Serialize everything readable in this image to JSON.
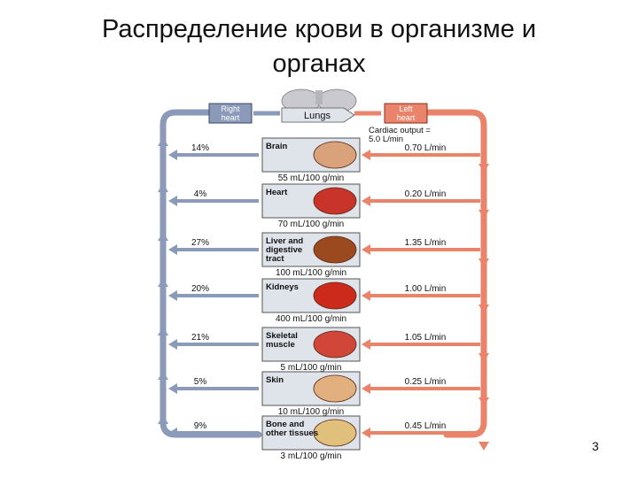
{
  "slide": {
    "title_line1": "Распределение крови в организме и",
    "title_line2": "органах",
    "page_number": "3"
  },
  "diagram": {
    "right_heart": [
      "Right",
      "heart"
    ],
    "left_heart": [
      "Left",
      "heart"
    ],
    "lungs": "Lungs",
    "cardiac_output": [
      "Cardiac output =",
      "5.0 L/min"
    ],
    "organs": [
      {
        "name": [
          "Brain"
        ],
        "percent": "14%",
        "flow": "0.70 L/min",
        "perfusion": "55 mL/100 g/min",
        "color": "#d9a27b"
      },
      {
        "name": [
          "Heart"
        ],
        "percent": "4%",
        "flow": "0.20 L/min",
        "perfusion": "70 mL/100 g/min",
        "color": "#c8342a"
      },
      {
        "name": [
          "Liver and",
          "digestive",
          "tract"
        ],
        "percent": "27%",
        "flow": "1.35 L/min",
        "perfusion": "100 mL/100 g/min",
        "color": "#9b4a1f"
      },
      {
        "name": [
          "Kidneys"
        ],
        "percent": "20%",
        "flow": "1.00 L/min",
        "perfusion": "400 mL/100 g/min",
        "color": "#cc2a1a"
      },
      {
        "name": [
          "Skeletal",
          "muscle"
        ],
        "percent": "21%",
        "flow": "1.05 L/min",
        "perfusion": "5 mL/100 g/min",
        "color": "#d0473a"
      },
      {
        "name": [
          "Skin"
        ],
        "percent": "5%",
        "flow": "0.25 L/min",
        "perfusion": "10 mL/100 g/min",
        "color": "#e2b07e"
      },
      {
        "name": [
          "Bone and",
          "other tissues"
        ],
        "percent": "9%",
        "flow": "0.45 L/min",
        "perfusion": "3 mL/100 g/min",
        "color": "#e0c07a"
      }
    ]
  },
  "colors": {
    "venous": "#8a9ab8",
    "arterial": "#e9846b",
    "organ_box": "#dfe3ea"
  }
}
